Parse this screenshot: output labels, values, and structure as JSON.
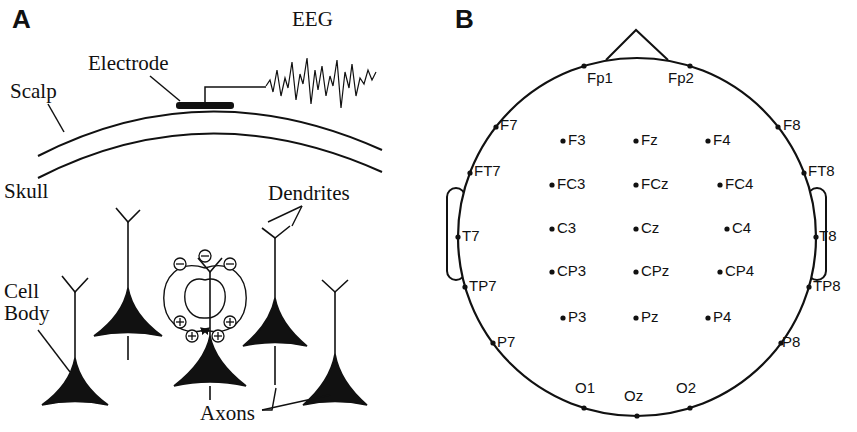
{
  "diagram": {
    "labels": [
      "A",
      "B",
      "EEG",
      "Electrode",
      "Scalp",
      "Skull",
      "Dendrites",
      "Cell Body",
      "Axons",
      "Fp1",
      "Fp2",
      "F7",
      "F3",
      "Fz",
      "F4",
      "F8",
      "FT7",
      "FC3",
      "FCz",
      "FC4",
      "FT8",
      "T7",
      "C3",
      "Cz",
      "C4",
      "T8",
      "TP7",
      "CP3",
      "CPz",
      "CP4",
      "TP8",
      "P7",
      "P3",
      "Pz",
      "P4",
      "P8",
      "O1",
      "Oz",
      "O2"
    ]
  }
}
